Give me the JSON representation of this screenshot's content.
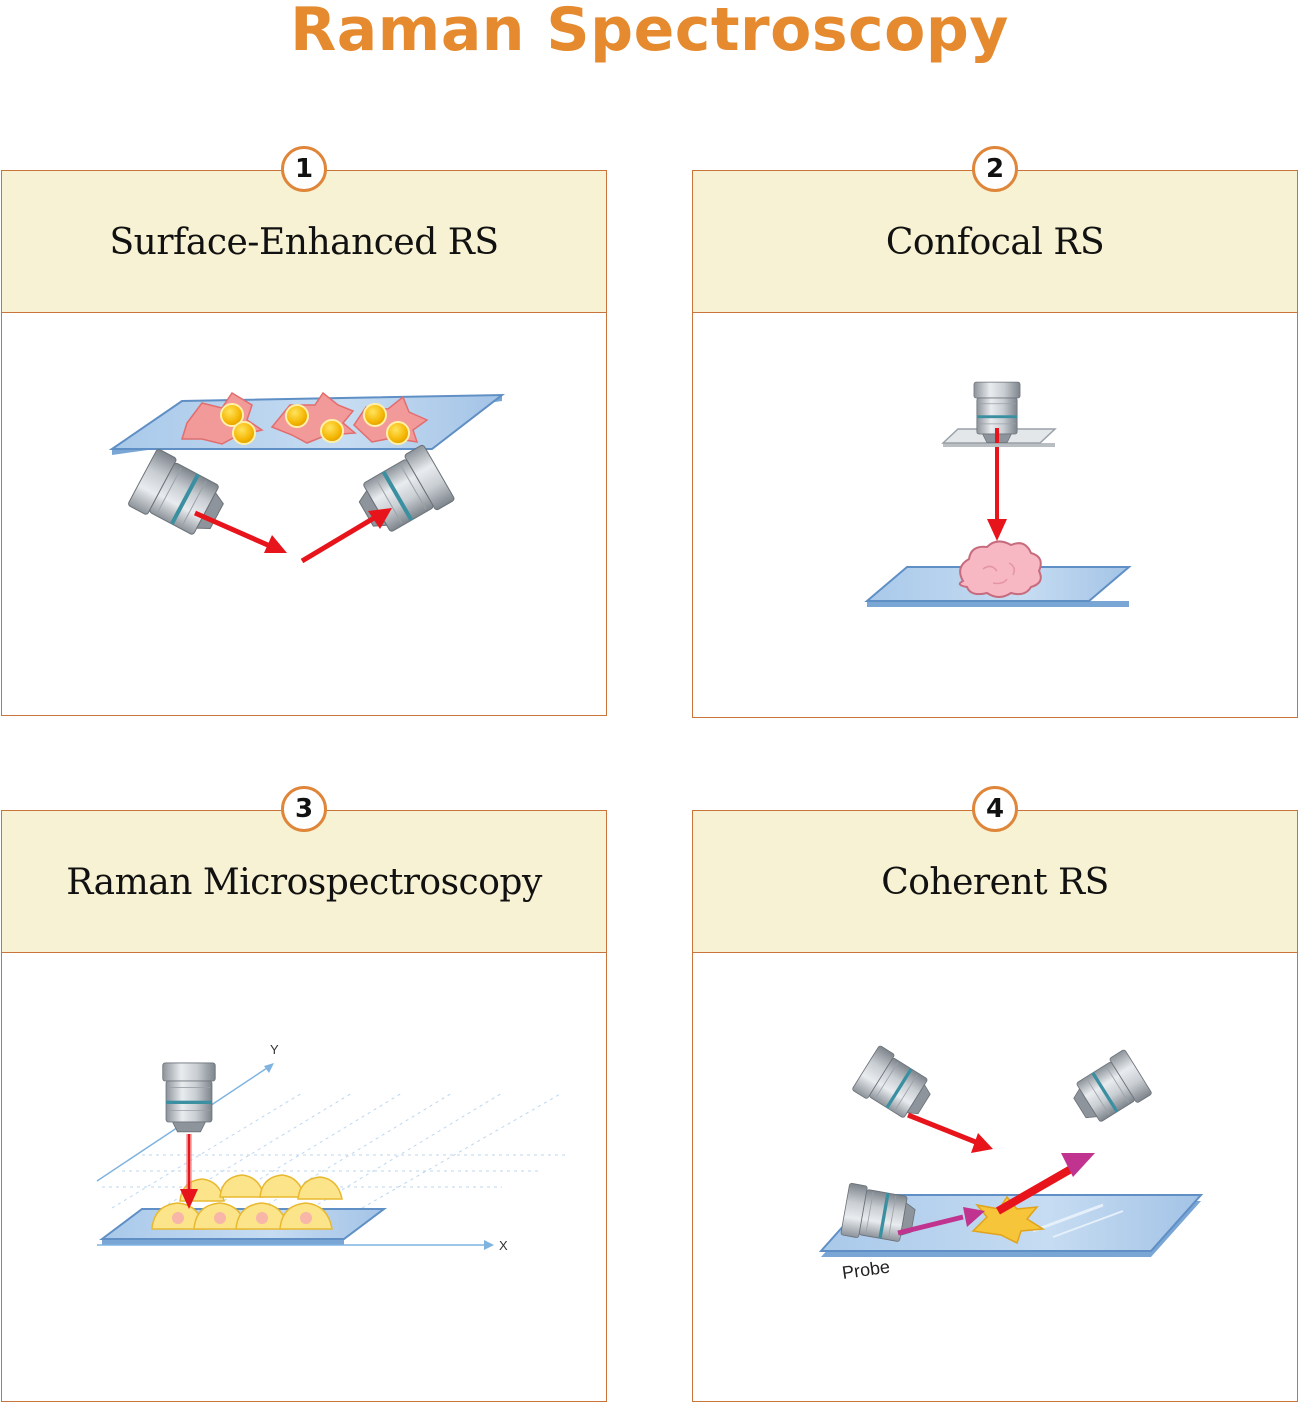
{
  "title": "Raman Spectroscopy",
  "colors": {
    "title": "#e58a2e",
    "header_bg": "#f7f2d3",
    "border": "#c8743a",
    "laser": "#e8141c",
    "probe": "#c0338f",
    "slide": "#b7d3ef"
  },
  "panels": [
    {
      "number": "1",
      "title": "Surface-Enhanced RS"
    },
    {
      "number": "2",
      "title": "Confocal RS"
    },
    {
      "number": "3",
      "title": "Raman Microspectroscopy",
      "axis_y_label": "Y",
      "axis_x_label": "X"
    },
    {
      "number": "4",
      "title": "Coherent RS",
      "probe_label": "Probe"
    }
  ]
}
